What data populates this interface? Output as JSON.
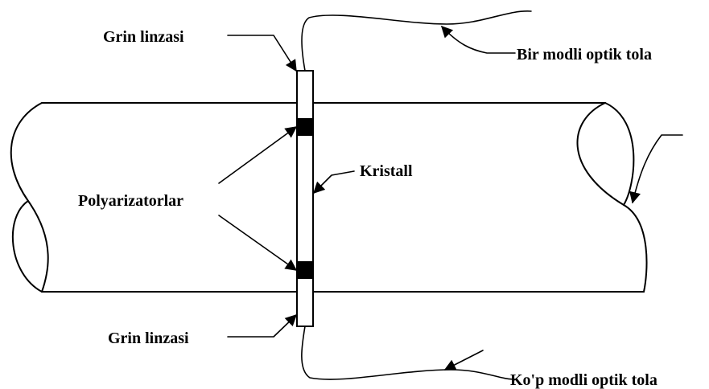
{
  "labels": {
    "grin_top": "Grin linzasi",
    "single_mode_fiber": "Bir modli optik tola",
    "crystal": "Kristall",
    "polarizers": "Polyarizatorlar",
    "grin_bottom": "Grin linzasi",
    "multi_mode_fiber": "Ko'p modli optik tola"
  },
  "colors": {
    "line": "#000000",
    "polarizer_fill": "#000000",
    "background": "#ffffff"
  }
}
